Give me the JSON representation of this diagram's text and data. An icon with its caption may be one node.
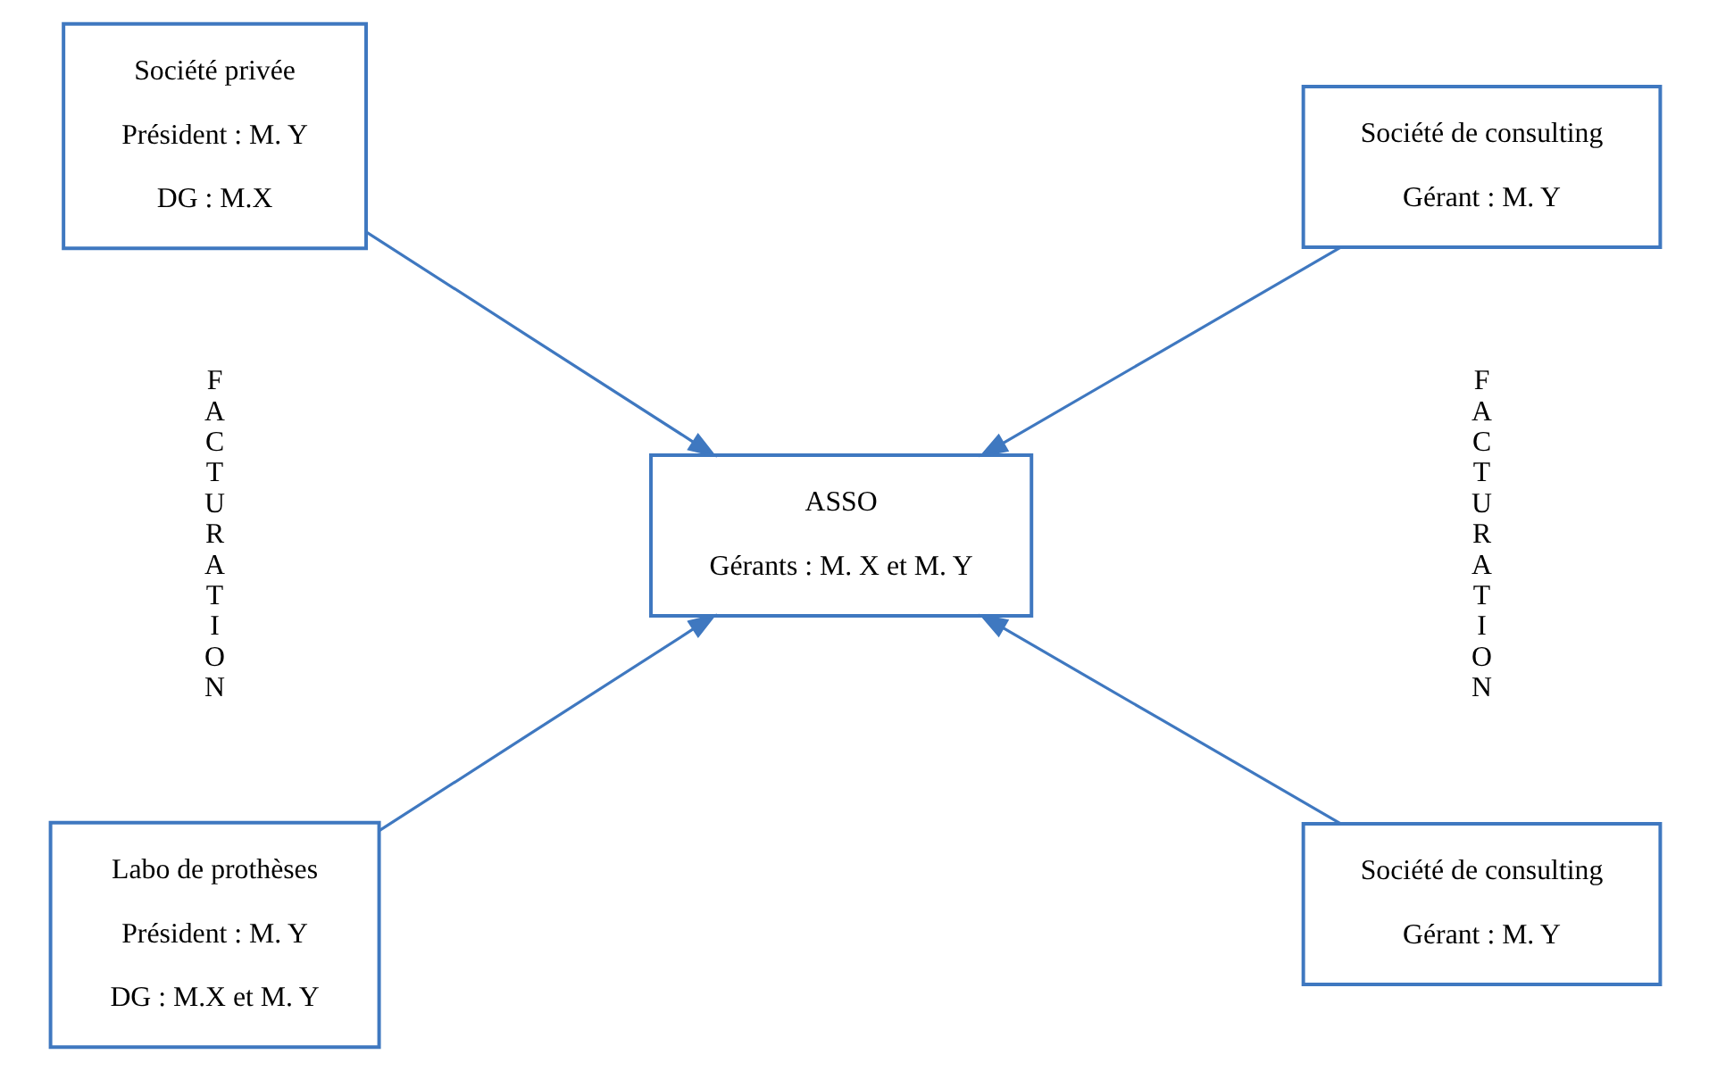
{
  "diagram": {
    "nodes": [
      {
        "text": [
          "Société privée",
          "Président : M. Y",
          "DG : M.X"
        ]
      },
      {
        "text": [
          "Société de consulting",
          "Gérant : M. Y"
        ]
      },
      {
        "text": [
          "ASSO",
          "Gérants : M. X et M. Y"
        ]
      },
      {
        "text": [
          "Labo de prothèses",
          "Président : M. Y",
          "DG : M.X et M. Y"
        ]
      },
      {
        "text": [
          "Société de consulting",
          "Gérant : M. Y"
        ]
      }
    ],
    "edges": [
      {
        "from": 0,
        "to": 2,
        "arrow": "to"
      },
      {
        "from": 1,
        "to": 2,
        "arrow": "to"
      },
      {
        "from": 3,
        "to": 2,
        "arrow": "to"
      },
      {
        "from": 4,
        "to": 2,
        "arrow": "to"
      }
    ],
    "labels": [
      "FACTURATION",
      "FACTURATION"
    ]
  }
}
